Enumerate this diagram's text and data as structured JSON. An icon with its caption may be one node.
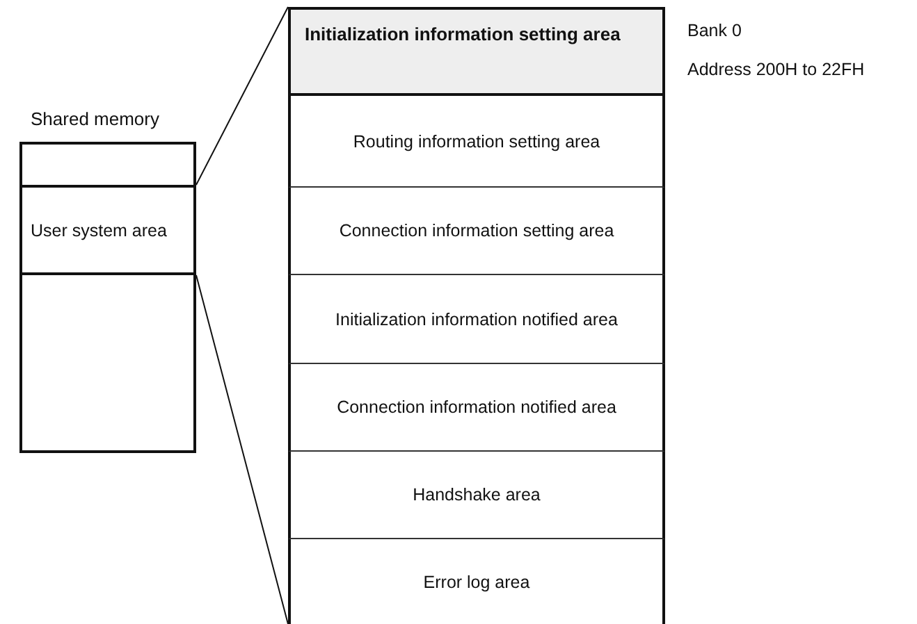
{
  "diagram": {
    "nodes": [
      {
        "text": [
          "Shared memory"
        ]
      },
      {
        "text": [],
        "shape": "box",
        "in": 0
      },
      {
        "text": [
          "User system area"
        ],
        "in": 0
      },
      {
        "text": [],
        "shape": "box",
        "in": 0
      },
      {
        "text": [
          "Initialization information setting area"
        ],
        "beside": [
          "Bank 0",
          "Address 200H to 22FH"
        ]
      },
      {
        "text": [
          "Routing information setting area"
        ]
      },
      {
        "text": [
          "Connection information setting area"
        ]
      },
      {
        "text": [
          "Initialization information notified area"
        ]
      },
      {
        "text": [
          "Connection information notified area"
        ]
      },
      {
        "text": [
          "Handshake area"
        ]
      },
      {
        "text": [
          "Error log area"
        ]
      }
    ],
    "edges": [
      {
        "from": 2,
        "to": 4,
        "arrow": "none"
      },
      {
        "from": 2,
        "to": 10,
        "arrow": "none"
      }
    ]
  }
}
